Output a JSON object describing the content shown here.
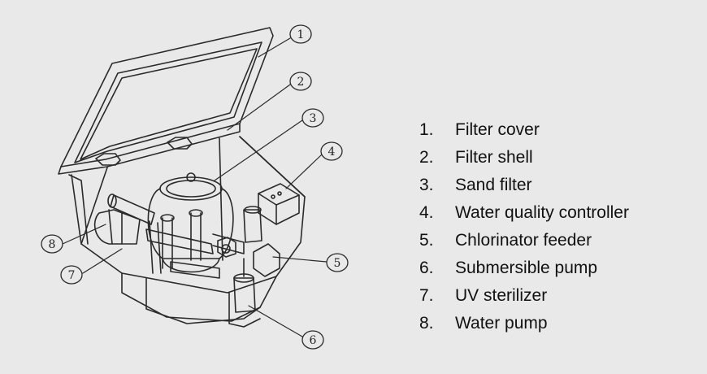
{
  "diagram": {
    "callouts": [
      "1",
      "2",
      "3",
      "4",
      "5",
      "6",
      "7",
      "8"
    ]
  },
  "legend": {
    "items": [
      {
        "num": "1.",
        "label": "Filter cover"
      },
      {
        "num": "2.",
        "label": "Filter shell"
      },
      {
        "num": "3.",
        "label": "Sand filter"
      },
      {
        "num": "4.",
        "label": "Water quality controller"
      },
      {
        "num": "5.",
        "label": "Chlorinator feeder"
      },
      {
        "num": "6.",
        "label": "Submersible pump"
      },
      {
        "num": "7.",
        "label": "UV sterilizer"
      },
      {
        "num": "8.",
        "label": "Water pump"
      }
    ]
  },
  "colors": {
    "background": "#e9e9e9",
    "line": "#2a2a2a",
    "text": "#111111"
  }
}
